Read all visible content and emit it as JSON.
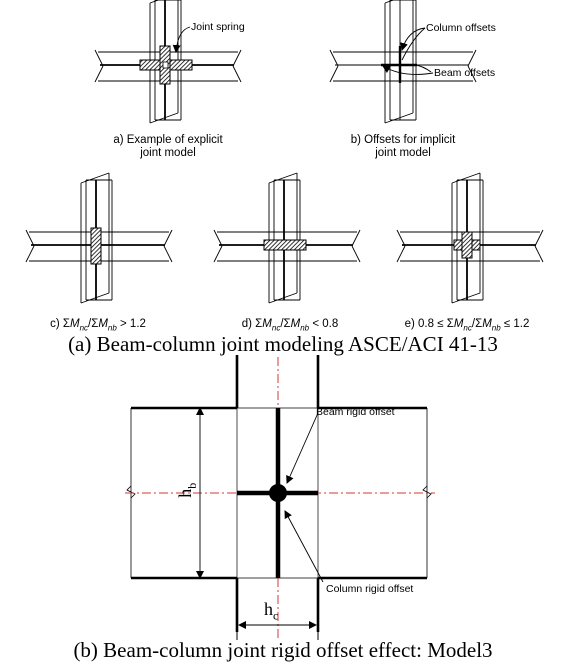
{
  "top_row": {
    "a": {
      "line1": "a) Example of explicit",
      "line2": "joint model",
      "callout": "Joint spring"
    },
    "b": {
      "line1": "b) Offsets for implicit",
      "line2": "joint model",
      "callout_column": "Column offsets",
      "callout_beam": "Beam offsets"
    }
  },
  "middle_row": {
    "c": {
      "prefix": "c) ",
      "sum": "Σ",
      "m": "M",
      "nc": "nc",
      "slash": "/",
      "nb": "nb",
      "suffix": " > 1.2"
    },
    "d": {
      "prefix": "d) ",
      "sum": "Σ",
      "m": "M",
      "nc": "nc",
      "slash": "/",
      "nb": "nb",
      "suffix": " < 0.8"
    },
    "e": {
      "prefix": "e) 0.8 ≤ ",
      "sum": "Σ",
      "m": "M",
      "nc": "nc",
      "slash": "/",
      "nb": "nb",
      "suffix": " ≤ 1.2"
    }
  },
  "caption_a": "(a) Beam-column joint modeling ASCE/ACI 41-13",
  "detail": {
    "beam_label": "Beam rigid offset",
    "column_label": "Column rigid offset",
    "hb": "h",
    "hb_sub": "b",
    "hc": "h",
    "hc_sub": "c"
  },
  "caption_b": "(b) Beam-column joint rigid offset effect: Model3"
}
